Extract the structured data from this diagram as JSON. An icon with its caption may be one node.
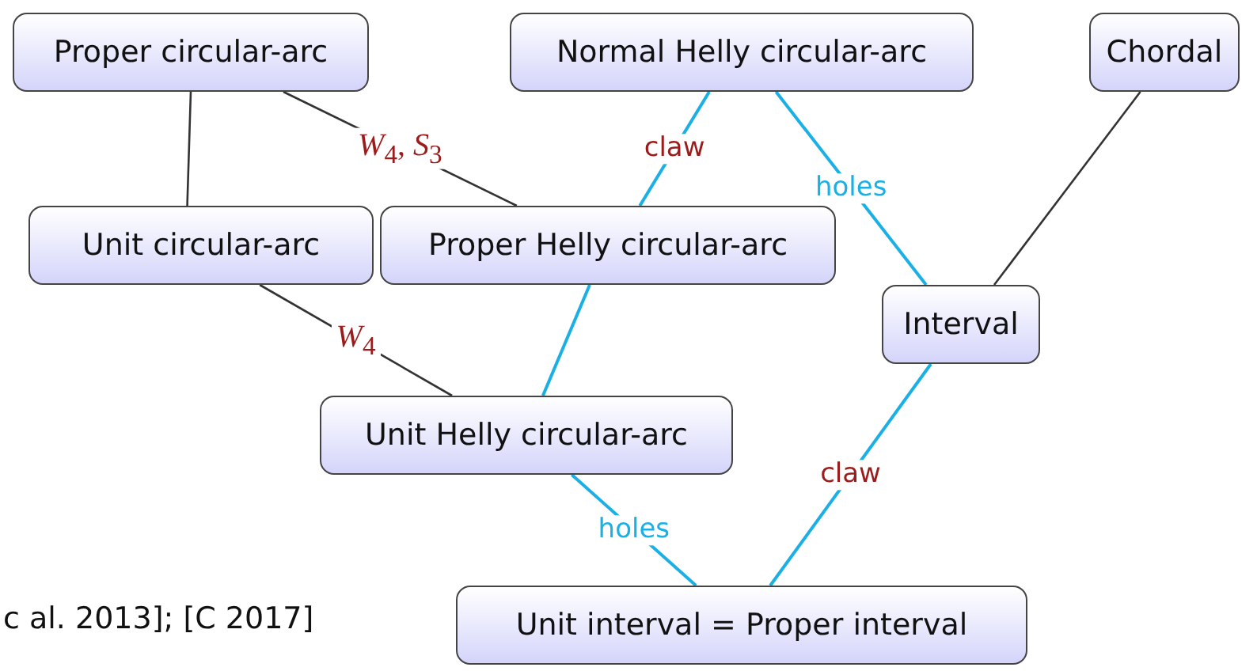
{
  "diagram": {
    "nodes": [
      {
        "text": [
          "Proper circular-arc"
        ]
      },
      {
        "text": [
          "Normal Helly circular-arc"
        ]
      },
      {
        "text": [
          "Chordal"
        ]
      },
      {
        "text": [
          "Unit circular-arc"
        ]
      },
      {
        "text": [
          "Proper Helly circular-arc"
        ]
      },
      {
        "text": [
          "Interval"
        ]
      },
      {
        "text": [
          "Unit Helly circular-arc"
        ]
      },
      {
        "text": [
          "Unit interval = Proper interval"
        ]
      }
    ],
    "edges": [
      {
        "from": 0,
        "to": 3,
        "arrow": "none",
        "color": "#333333"
      },
      {
        "from": 0,
        "to": 4,
        "arrow": "none",
        "color": "#333333",
        "label": "*W*$_{4}$, *S*$_{3}$"
      },
      {
        "from": 1,
        "to": 4,
        "arrow": "none",
        "label": "claw"
      },
      {
        "from": 1,
        "to": 5,
        "arrow": "none",
        "label": "holes"
      },
      {
        "from": 2,
        "to": 5,
        "arrow": "none",
        "color": "#333333"
      },
      {
        "from": 3,
        "to": 6,
        "arrow": "none",
        "color": "#333333",
        "label": "*W*$_{4}$"
      },
      {
        "from": 4,
        "to": 6,
        "arrow": "none"
      },
      {
        "from": 5,
        "to": 7,
        "arrow": "none",
        "label": "claw"
      },
      {
        "from": 6,
        "to": 7,
        "arrow": "none",
        "label": "holes"
      }
    ],
    "labels": [
      "c al. 2013]; [C 2017]"
    ]
  }
}
